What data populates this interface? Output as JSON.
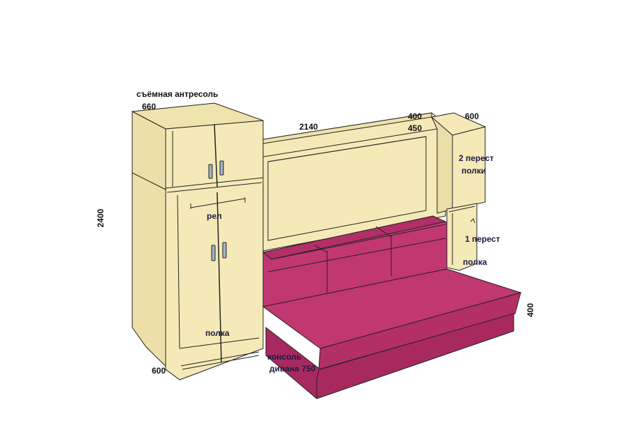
{
  "labels": {
    "mezzanine": "съёмная антресоль",
    "w660": "660",
    "w2140": "2140",
    "w400_top": "400",
    "w450": "450",
    "w600_top": "600",
    "shelves2": "2 перест",
    "shelves2b": "полки",
    "rail": "рел",
    "shelf1": "1 перест",
    "shelf1b": "полка",
    "shelf_bottom": "полка",
    "h2400": "2400",
    "h400": "400",
    "d600": "600",
    "console": "консоль",
    "sofa_console": "дивана 750"
  },
  "colors": {
    "wood": "#f5eab7",
    "wood_shade": "#e8dca4",
    "sofa": "#c13772",
    "sofa_dark": "#a8295f",
    "outline": "#222222",
    "handle": "#a0b4c4"
  }
}
